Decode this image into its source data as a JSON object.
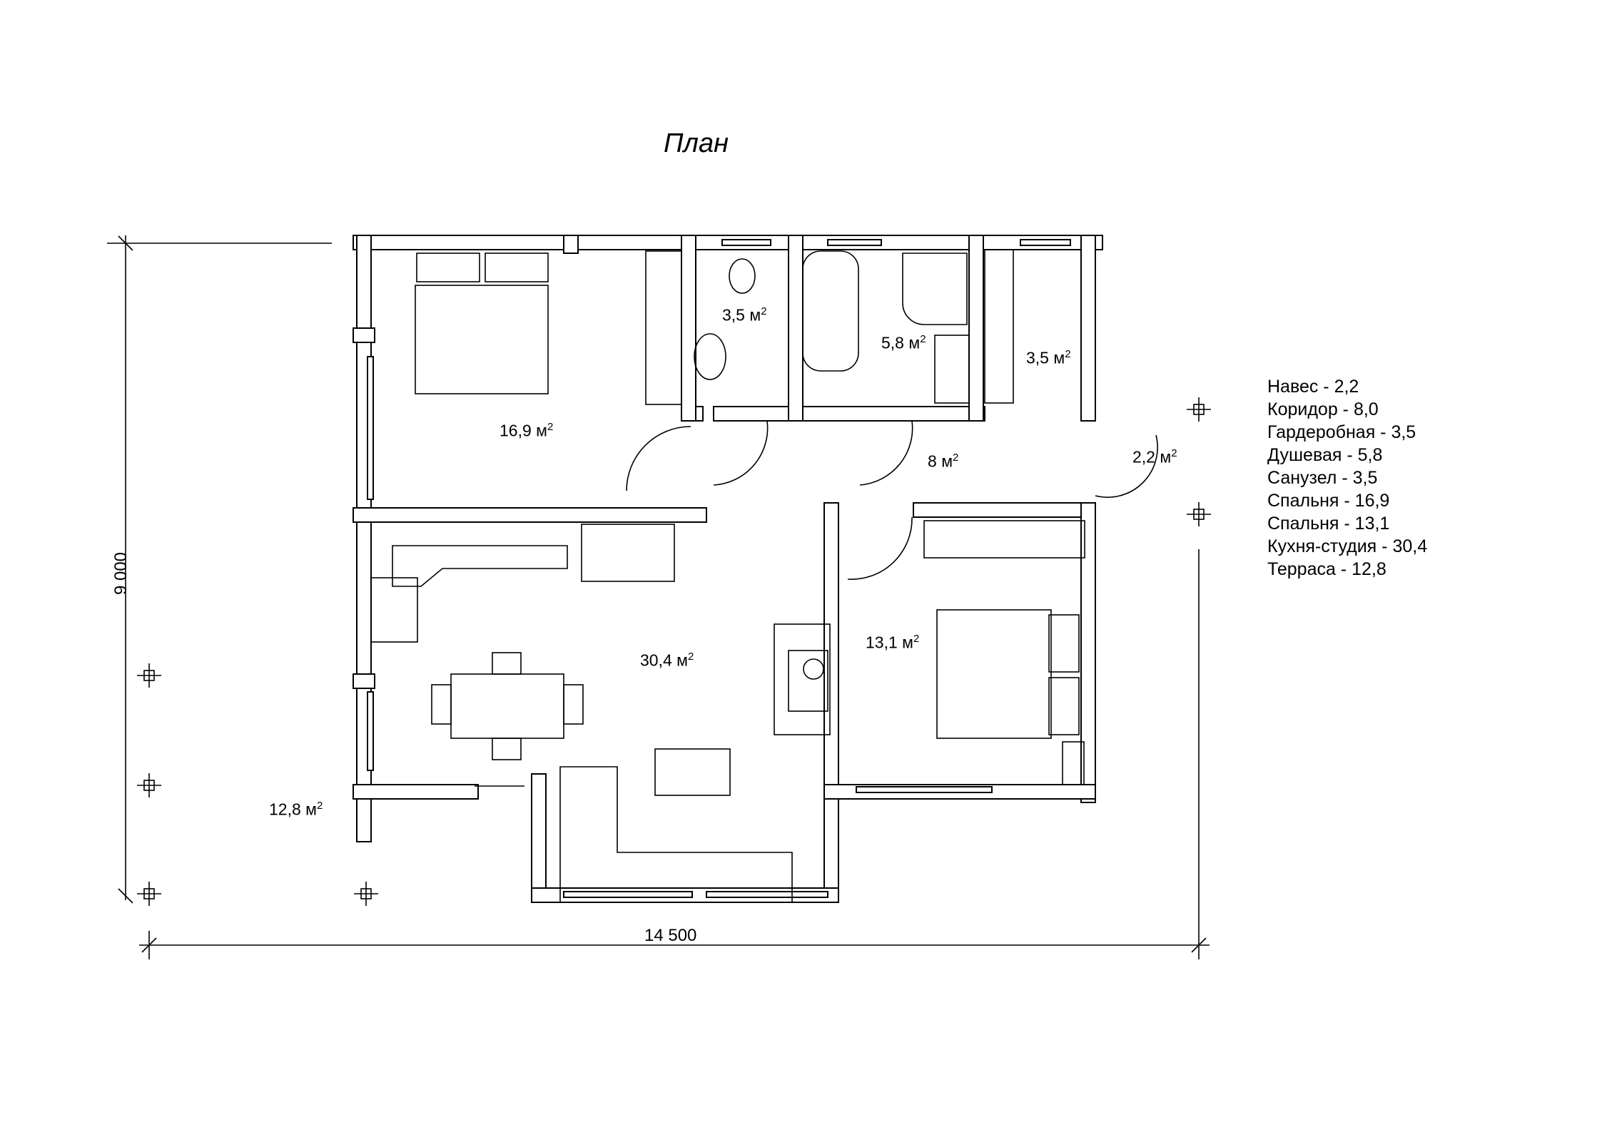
{
  "title": "План",
  "dimensions": {
    "height": "9 000",
    "width": "14 500"
  },
  "area_unit": "м",
  "area_exp": "2",
  "rooms": [
    {
      "area": "16,9"
    },
    {
      "area": "3,5"
    },
    {
      "area": "5,8"
    },
    {
      "area": "3,5"
    },
    {
      "area": "8"
    },
    {
      "area": "2,2"
    },
    {
      "area": "30,4"
    },
    {
      "area": "13,1"
    },
    {
      "area": "12,8"
    }
  ],
  "legend": [
    "Навес - 2,2",
    "Коридор - 8,0",
    "Гардеробная - 3,5",
    "Душевая - 5,8",
    "Санузел - 3,5",
    "Спальня - 16,9",
    "Спальня - 13,1",
    "Кухня-студия - 30,4",
    "Терраса - 12,8"
  ]
}
